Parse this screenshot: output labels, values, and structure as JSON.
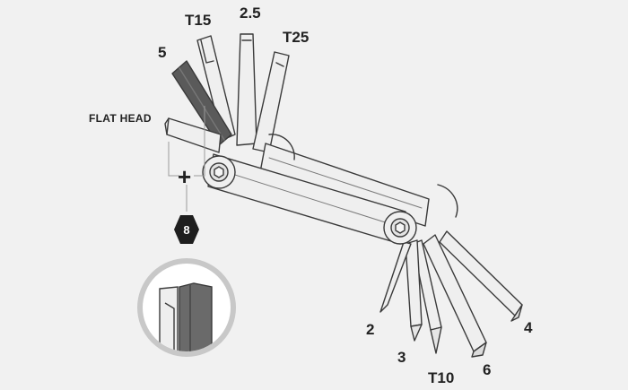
{
  "labels": {
    "t15": "T15",
    "size_2_5": "2.5",
    "t25": "T25",
    "size_5": "5",
    "flat_head": "FLAT HEAD",
    "plus": "+",
    "size_8": "8",
    "size_2": "2",
    "size_3": "3",
    "t10": "T10",
    "size_6": "6",
    "size_4": "4"
  },
  "colors": {
    "background": "#f1f1f1",
    "tool_fill": "#efefef",
    "tool_stroke": "#3a3a3a",
    "dark_bit": "#5a5a5a",
    "badge": "#1e1e1e",
    "leader": "#9a9a9a"
  }
}
